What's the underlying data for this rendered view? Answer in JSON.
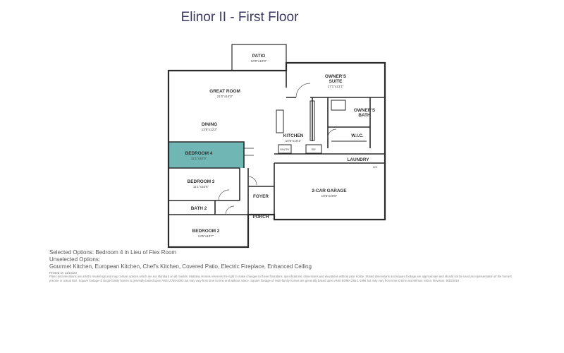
{
  "title": "Elinor II - First Floor",
  "rooms": {
    "patio": {
      "name": "PATIO",
      "dim": "10'0\"x10'0\""
    },
    "owners_suite": {
      "name": "OWNER'S SUITE",
      "name_line1": "OWNER'S",
      "name_line2": "SUITE",
      "dim": "17'1\"x13'1\""
    },
    "great_room": {
      "name": "GREAT ROOM",
      "dim": "21'0\"x14'3\""
    },
    "owners_bath": {
      "name": "OWNER'S BATH",
      "name_line1": "OWNER'S",
      "name_line2": "BATH"
    },
    "dining": {
      "name": "DINING",
      "dim": "13'8\"x12'2\""
    },
    "kitchen": {
      "name": "KITCHEN",
      "dim": "10'0\"x16'1\""
    },
    "wic": {
      "name": "W.I.C."
    },
    "bedroom4": {
      "name": "BEDROOM 4",
      "dim": "11'1\"x10'0\""
    },
    "laundry": {
      "name": "LAUNDRY"
    },
    "bedroom3": {
      "name": "BEDROOM 3",
      "dim": "11'1\"x10'5\""
    },
    "foyer": {
      "name": "FOYER"
    },
    "garage": {
      "name": "2-CAR GARAGE",
      "dim": "19'5\"x20'6\""
    },
    "bath2": {
      "name": "BATH 2"
    },
    "porch": {
      "name": "PORCH"
    },
    "bedroom2": {
      "name": "BEDROOM 2",
      "dim": "13'5\"x10'7\""
    }
  },
  "small_labels": {
    "pantry": "PANTRY",
    "fridge": "REF",
    "wh": "W/H"
  },
  "colors": {
    "title": "#3c3a64",
    "bedroom4_highlight": "#6fb6b4",
    "walls": "#2a2a2a"
  },
  "notes": {
    "selected": "Selected Options: Bedroom 4 in Lieu of Flex Room",
    "unselected_heading": "Unselected Options:",
    "unselected": "Gourmet Kitchen, European Kitchen, Chef's Kitchen, Covered Patio, Electric Fireplace, Enhanced Ceiling",
    "printed": "Printed on 11/15/23",
    "disclaimer": "Plans and elevations are artist's renderings and may contain options which are not standard on all models. Mattamy Homes reserves the right to make changes to these floorplans, specifications, dimensions and elevations without prior notice. Stated dimensions and square footage are approximate and should not be used as representation of the home's precise or actual size. Square footage of single family homes is generally based upon ANSI Z765-2003 but may vary from time to time and without notice. Square footage of multi-family homes are generally based upon ANSI BOMA Z65.1-1996 but may vary from time to time and without notice. Revision: 8/20/2019"
  }
}
